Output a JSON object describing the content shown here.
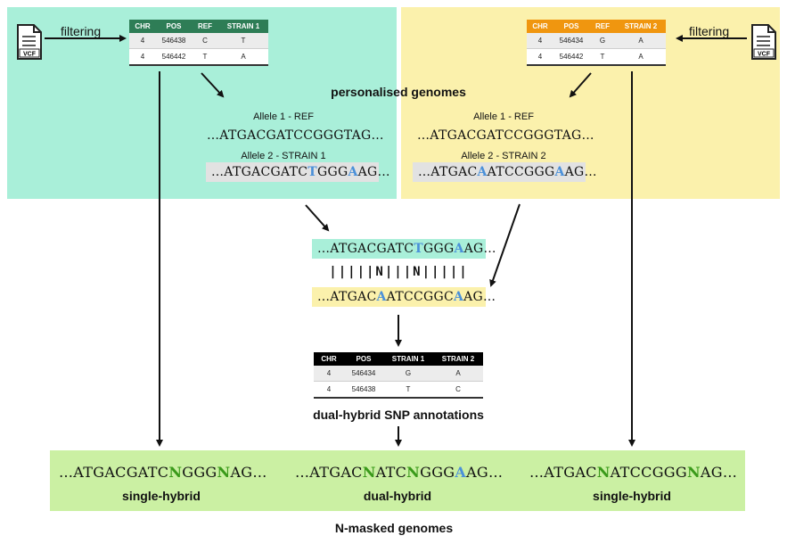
{
  "colors": {
    "panel_left": "#a9efd9",
    "panel_right": "#fbf1ac",
    "panel_bottom": "#cbf0a3",
    "table_green_header": "#2e7d56",
    "table_orange_header": "#f0960f",
    "table_black_header": "#000000",
    "variant_blue": "#4a90d9",
    "masked_green": "#3a9a1a"
  },
  "left": {
    "vcf_label": "VCF",
    "filtering_label": "filtering",
    "table": {
      "headers": [
        "CHR",
        "POS",
        "REF",
        "STRAIN 1"
      ],
      "rows": [
        [
          "4",
          "546438",
          "C",
          "T"
        ],
        [
          "4",
          "546442",
          "T",
          "A"
        ]
      ]
    },
    "allele1_label": "Allele 1 - REF",
    "allele1_seq": "…ATGACGATCCGGGTAG…",
    "allele2_label": "Allele 2 - STRAIN 1",
    "allele2_seq": [
      {
        "t": "…ATGACGATC",
        "c": ""
      },
      {
        "t": "T",
        "c": "b"
      },
      {
        "t": "GGG",
        "c": ""
      },
      {
        "t": "A",
        "c": "b"
      },
      {
        "t": "AG…",
        "c": ""
      }
    ]
  },
  "right": {
    "vcf_label": "VCF",
    "filtering_label": "filtering",
    "table": {
      "headers": [
        "CHR",
        "POS",
        "REF",
        "STRAIN 2"
      ],
      "rows": [
        [
          "4",
          "546434",
          "G",
          "A"
        ],
        [
          "4",
          "546442",
          "T",
          "A"
        ]
      ]
    },
    "allele1_label": "Allele 1 - REF",
    "allele1_seq": "…ATGACGATCCGGGTAG…",
    "allele2_label": "Allele 2 - STRAIN 2",
    "allele2_seq": [
      {
        "t": "…ATGAC",
        "c": ""
      },
      {
        "t": "A",
        "c": "b"
      },
      {
        "t": "ATCCGGG",
        "c": ""
      },
      {
        "t": "A",
        "c": "b"
      },
      {
        "t": "AG…",
        "c": ""
      }
    ]
  },
  "personalised_title": "personalised genomes",
  "middle": {
    "seq_top": [
      {
        "t": "…ATGACGATC",
        "c": ""
      },
      {
        "t": "T",
        "c": "b"
      },
      {
        "t": "GGG",
        "c": ""
      },
      {
        "t": "A",
        "c": "b"
      },
      {
        "t": "AG…",
        "c": ""
      }
    ],
    "match_line": "|||||N|||N|||||",
    "seq_bottom": [
      {
        "t": "…ATGAC",
        "c": ""
      },
      {
        "t": "A",
        "c": "b"
      },
      {
        "t": "ATCCGGC",
        "c": ""
      },
      {
        "t": "A",
        "c": "b"
      },
      {
        "t": "AG…",
        "c": ""
      }
    ],
    "table": {
      "headers": [
        "CHR",
        "POS",
        "STRAIN 1",
        "STRAIN 2"
      ],
      "rows": [
        [
          "4",
          "546434",
          "G",
          "A"
        ],
        [
          "4",
          "546438",
          "T",
          "C"
        ]
      ]
    },
    "annotations_title": "dual-hybrid SNP annotations"
  },
  "bottom": {
    "left_seq": [
      {
        "t": "…ATGACGATC",
        "c": ""
      },
      {
        "t": "N",
        "c": "g"
      },
      {
        "t": "GGG",
        "c": ""
      },
      {
        "t": "N",
        "c": "g"
      },
      {
        "t": "AG…",
        "c": ""
      }
    ],
    "left_label": "single-hybrid",
    "mid_seq": [
      {
        "t": "…ATGAC",
        "c": ""
      },
      {
        "t": "N",
        "c": "g"
      },
      {
        "t": "ATC",
        "c": ""
      },
      {
        "t": "N",
        "c": "g"
      },
      {
        "t": "GGG",
        "c": ""
      },
      {
        "t": "A",
        "c": "b"
      },
      {
        "t": "AG…",
        "c": ""
      }
    ],
    "mid_label": "dual-hybrid",
    "right_seq": [
      {
        "t": "…ATGAC",
        "c": ""
      },
      {
        "t": "N",
        "c": "g"
      },
      {
        "t": "ATCCGGG",
        "c": ""
      },
      {
        "t": "N",
        "c": "g"
      },
      {
        "t": "AG…",
        "c": ""
      }
    ],
    "right_label": "single-hybrid",
    "title": "N-masked genomes"
  }
}
